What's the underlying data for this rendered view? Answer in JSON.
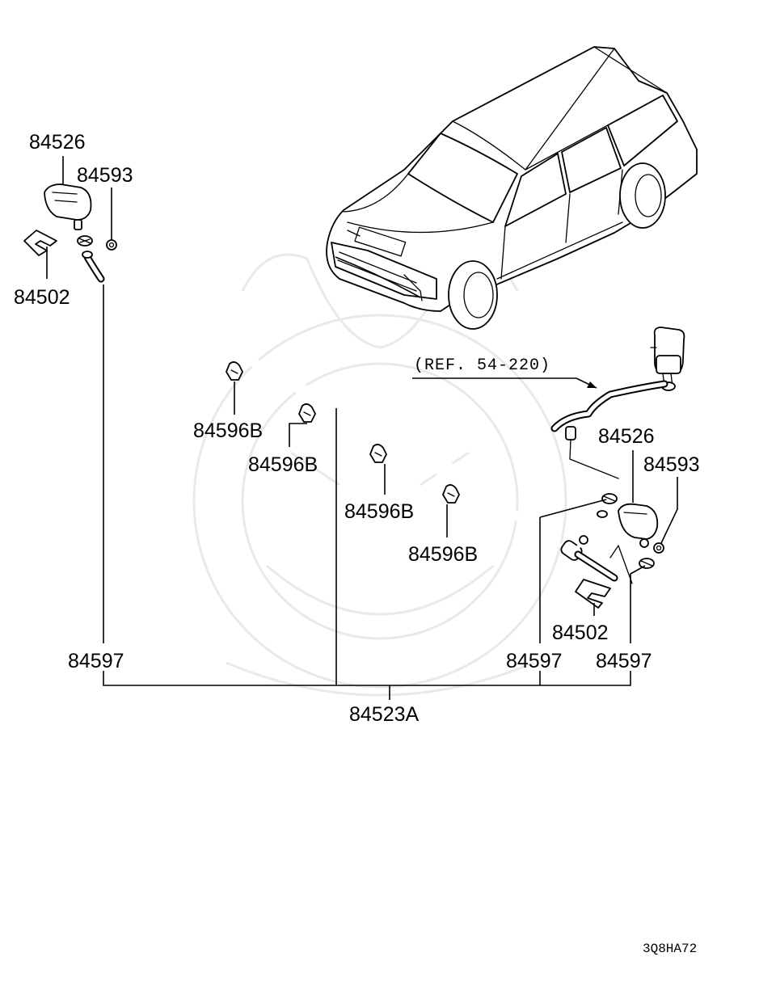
{
  "diagram": {
    "reference_label": "(REF. 54-220)",
    "drawing_code": "3Q8HA72",
    "callouts": {
      "nozzle_left": "84526",
      "grommet_left": "84593",
      "clip_left": "84502",
      "nozzle_right": "84526",
      "grommet_right": "84593",
      "clip_right": "84502",
      "clamp_1": "84596B",
      "clamp_2": "84596B",
      "clamp_3": "84596B",
      "clamp_4": "84596B",
      "joint_left": "84597",
      "joint_center": "84597",
      "joint_right": "84597",
      "hose_assembly": "84523A"
    }
  }
}
